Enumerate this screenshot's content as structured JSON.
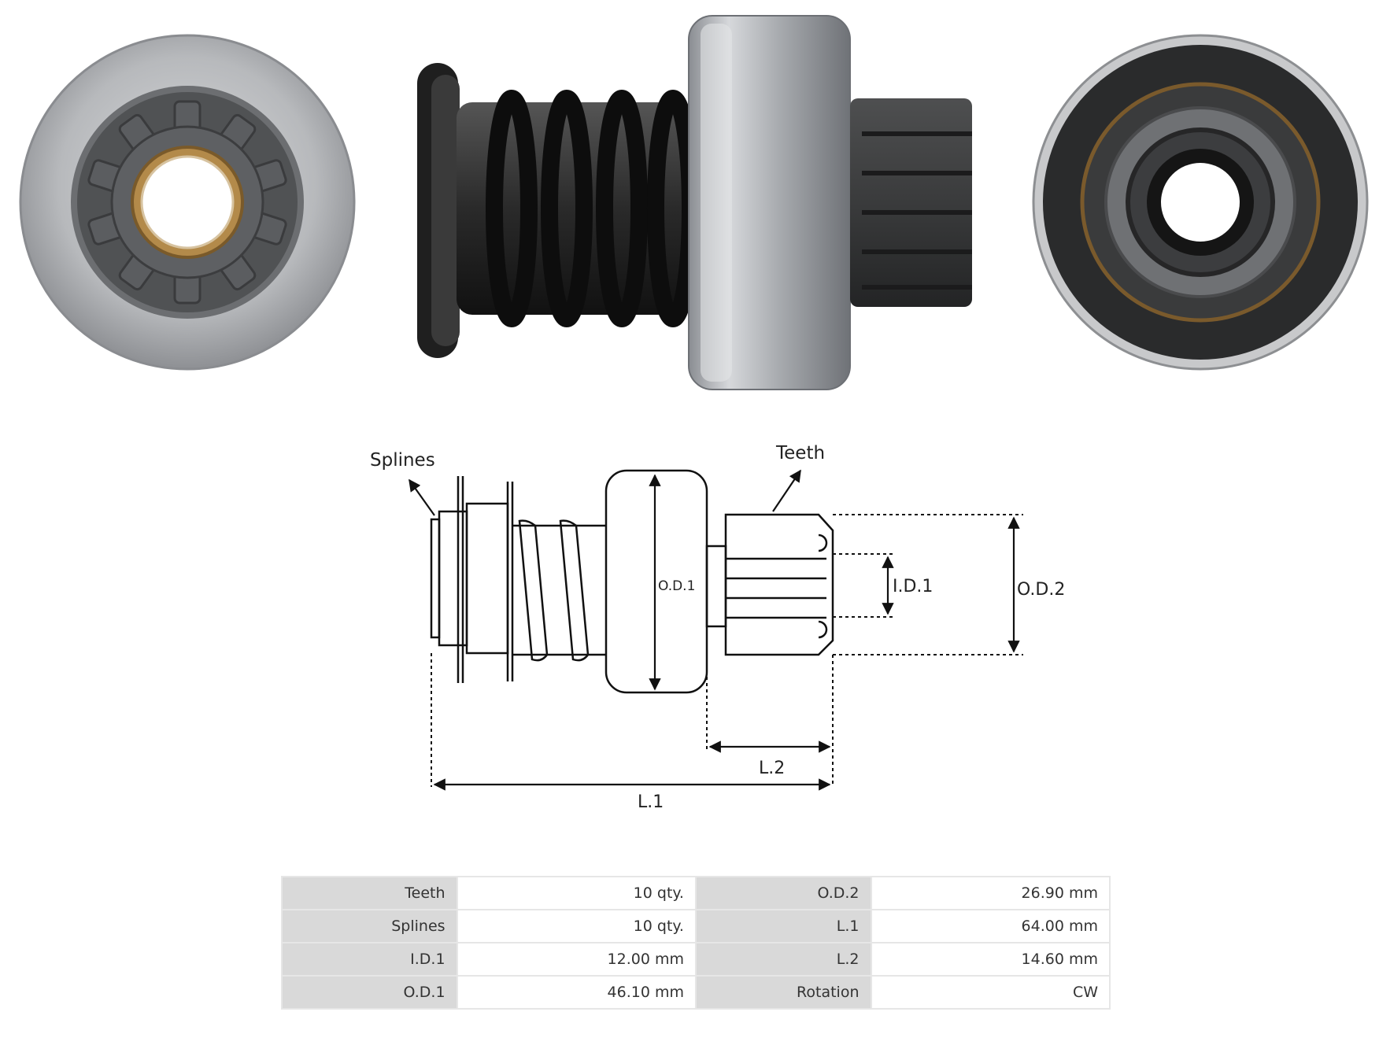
{
  "diagram": {
    "splines_label": "Splines",
    "teeth_label": "Teeth",
    "od1_label": "O.D.1",
    "id1_label": "I.D.1",
    "od2_label": "O.D.2",
    "l1_label": "L.1",
    "l2_label": "L.2"
  },
  "specs": [
    {
      "k1": "Teeth",
      "v1": "10 qty.",
      "k2": "O.D.2",
      "v2": "26.90 mm"
    },
    {
      "k1": "Splines",
      "v1": "10 qty.",
      "k2": "L.1",
      "v2": "64.00 mm"
    },
    {
      "k1": "I.D.1",
      "v1": "12.00 mm",
      "k2": "L.2",
      "v2": "14.60 mm"
    },
    {
      "k1": "O.D.1",
      "v1": "46.10 mm",
      "k2": "Rotation",
      "v2": "CW"
    }
  ]
}
